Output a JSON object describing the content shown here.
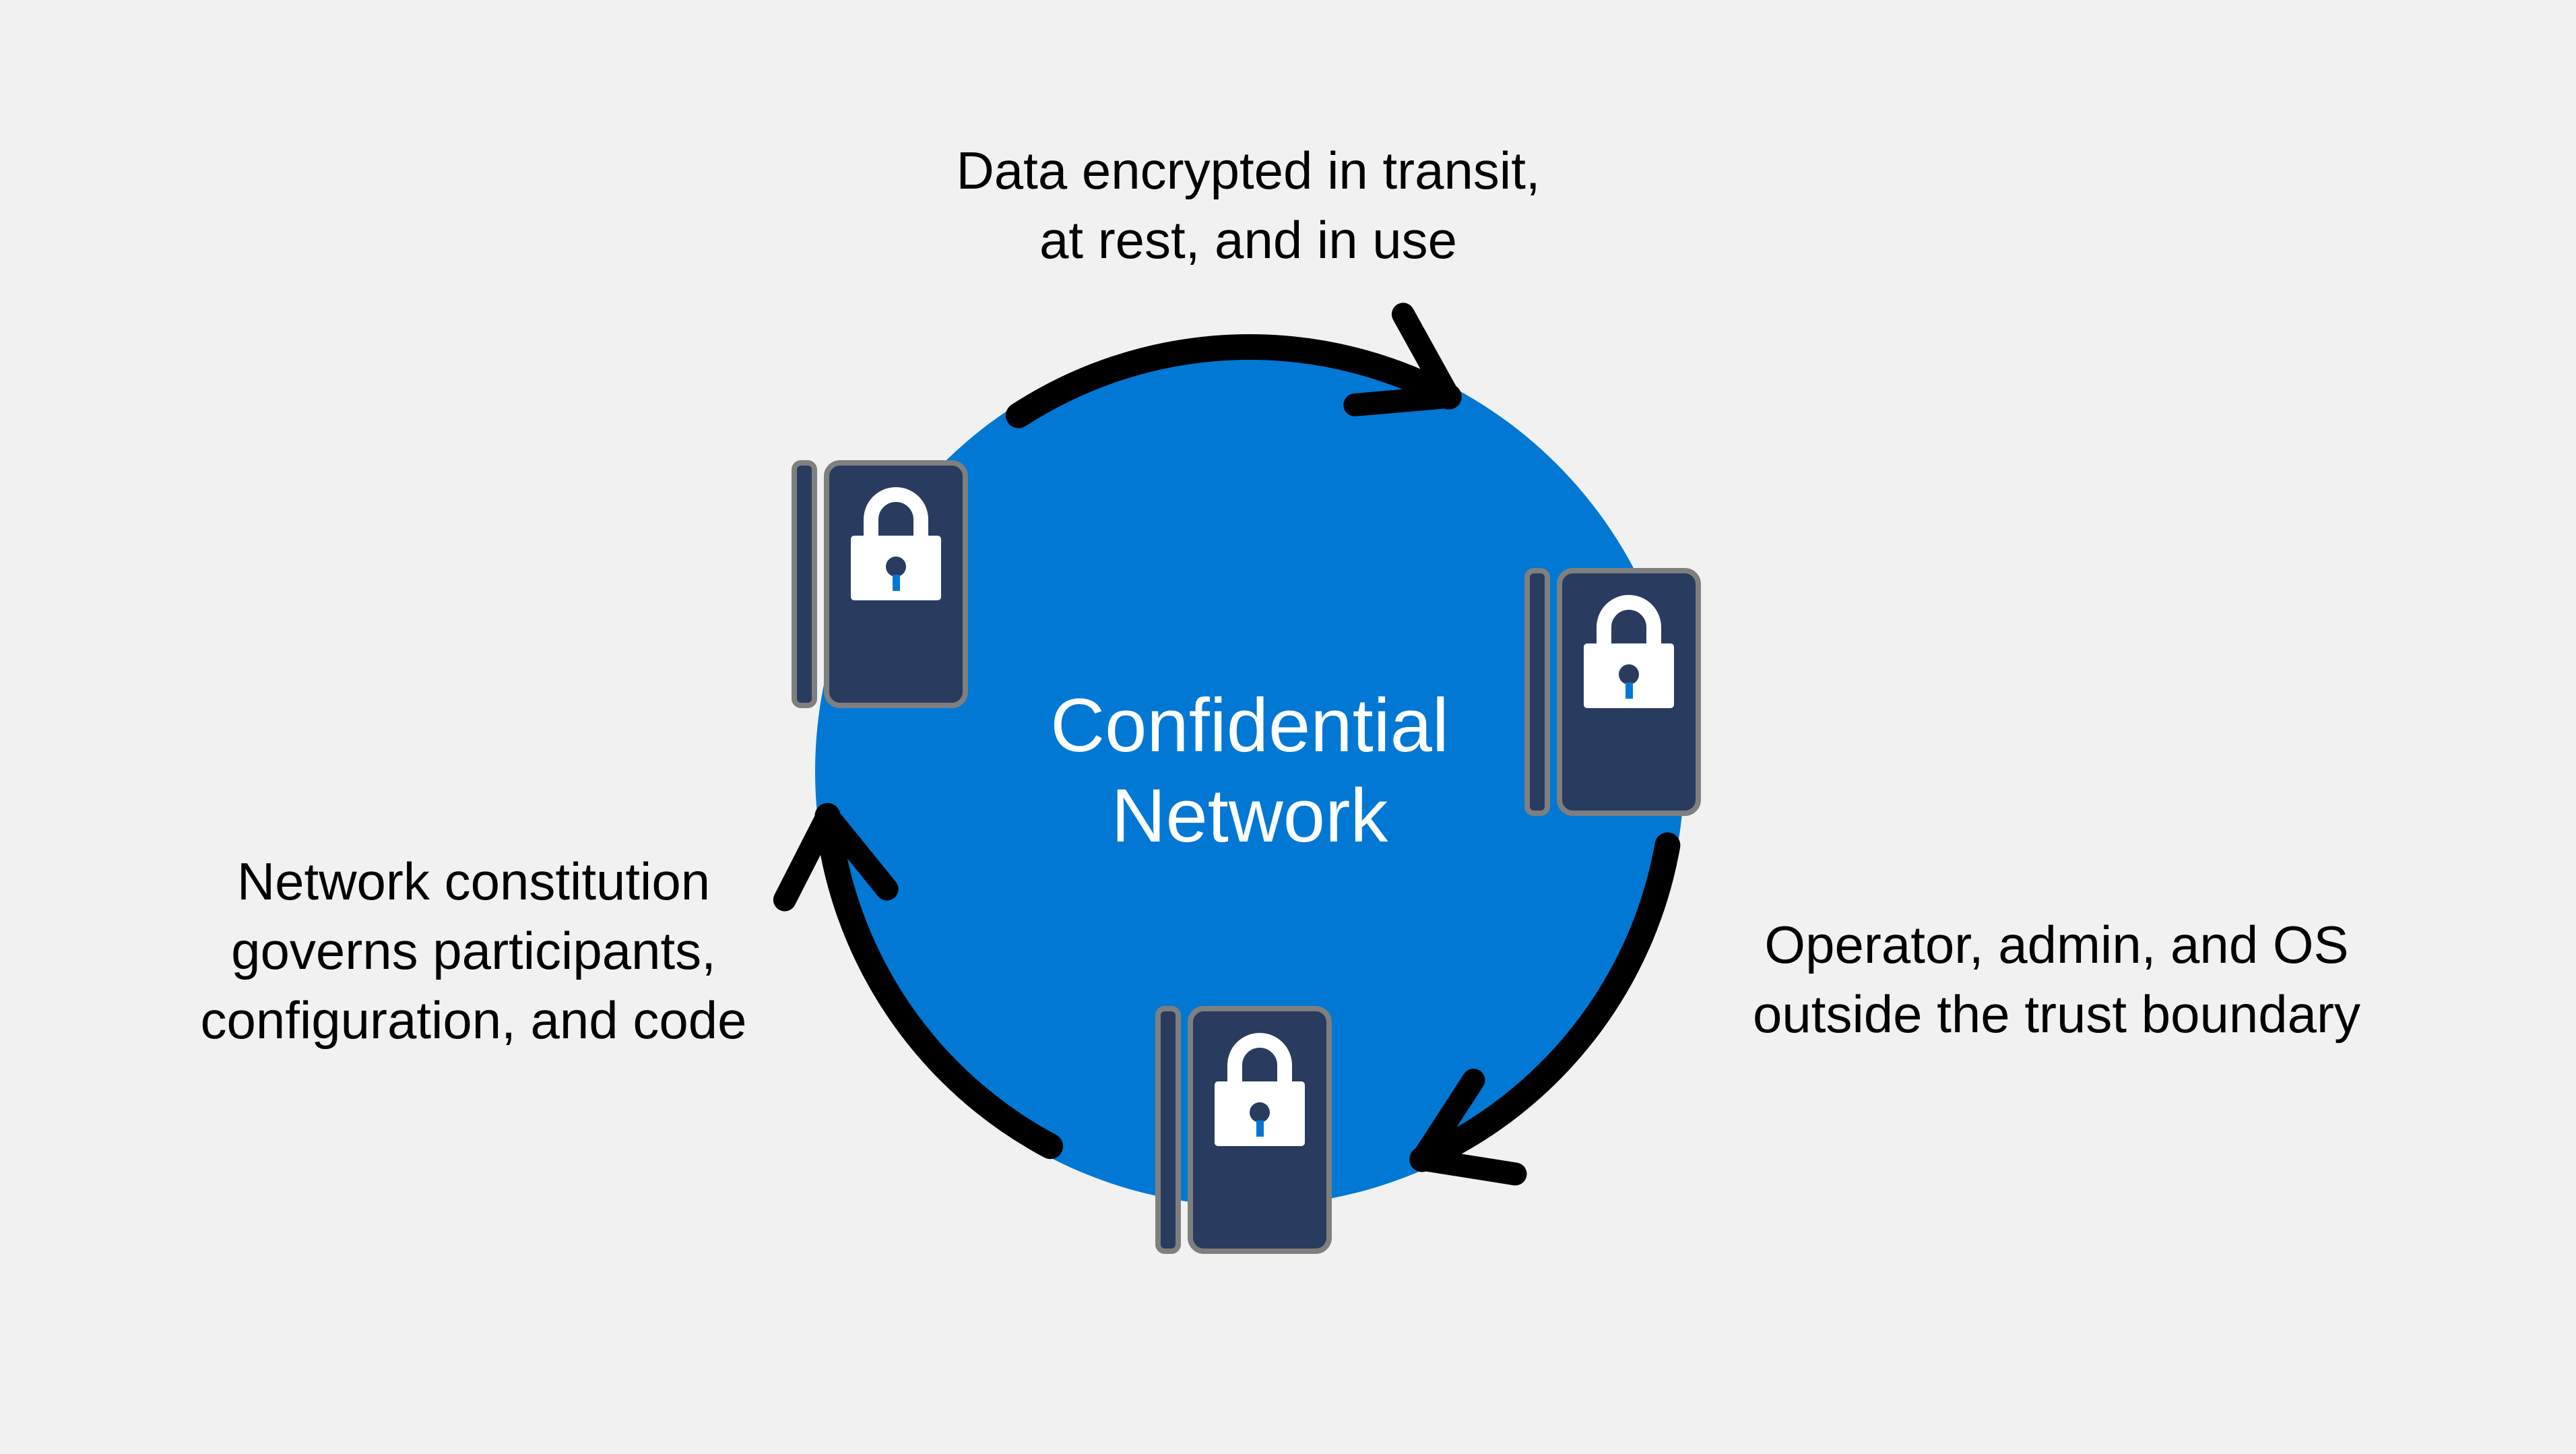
{
  "title": "Confidential Network diagram",
  "colors": {
    "background": "#f1f1f1",
    "circle-blue": "#0078d4",
    "ledger-navy": "#293b5f",
    "ledger-border": "#7f7f7f",
    "arrow-black": "#000000",
    "label-text": "#000000",
    "center-text": "#ffffff"
  },
  "icons": {
    "ledger_lock": "ledger-lock-icon (notebook with white padlock, blue keyhole stem)",
    "flow_arrow": "clockwise-curved-arrow-icon"
  },
  "center_label": {
    "lines": [
      "Confidential",
      "Network"
    ]
  },
  "labels": {
    "top": {
      "lines": [
        "Data encrypted in transit,",
        "at rest, and in use"
      ]
    },
    "left": {
      "lines": [
        "Network constitution",
        "governs participants,",
        "configuration, and code"
      ]
    },
    "right": {
      "lines": [
        "Operator, admin, and OS",
        "outside the trust boundary"
      ]
    }
  }
}
